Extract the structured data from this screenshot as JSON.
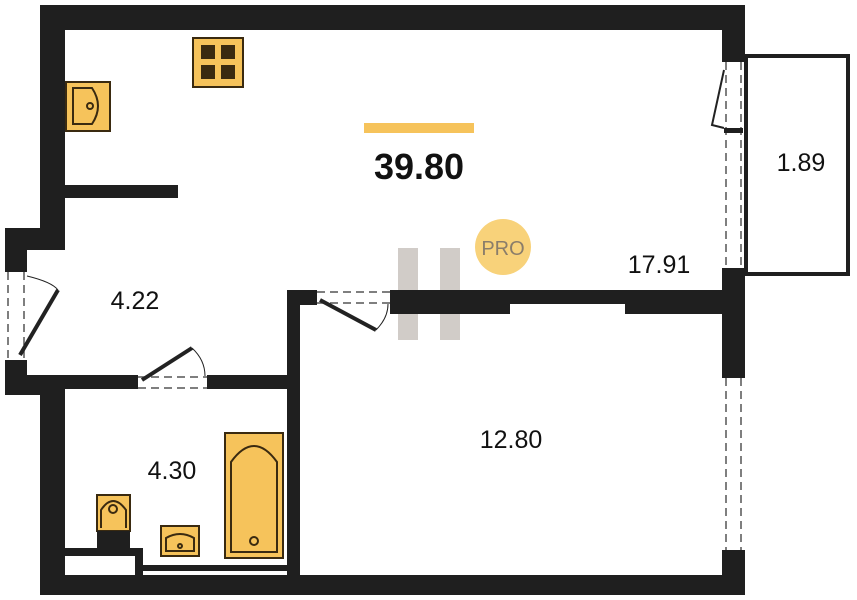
{
  "plan": {
    "total_area": "39.80",
    "rooms": {
      "living_kitchen": "17.91",
      "balcony": "1.89",
      "hallway": "4.22",
      "bathroom": "4.30",
      "bedroom": "12.80"
    },
    "badge": "PRO",
    "colors": {
      "wall": "#1f1f1f",
      "fixture": "#f6c35b",
      "accent_bar": "#f6c35b"
    }
  }
}
